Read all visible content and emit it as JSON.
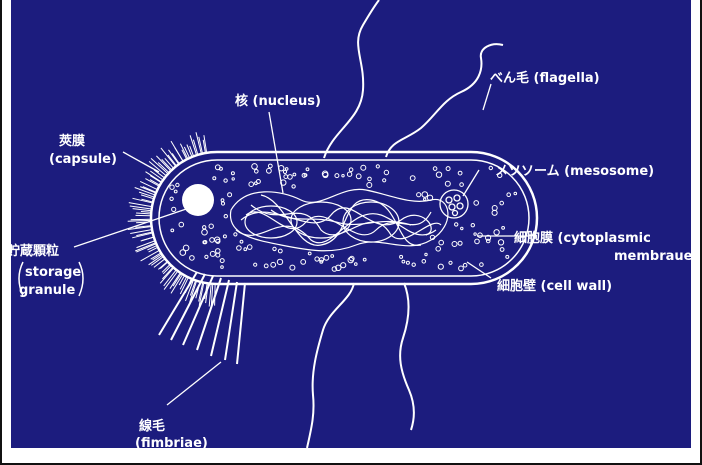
{
  "labels": {
    "nucleus": "核 (nucleus)",
    "flagella": "べん毛 (flagella)",
    "capsule_jp": "莢膜",
    "capsule_en": "(capsule)",
    "mesosome": "メソソーム (mesosome)",
    "cytoplasmic_jp": "細胞膜 (cytoplasmic",
    "cytoplasmic_en2": "membraue)",
    "storage_jp": "貯蔵顆粒",
    "storage_en1": "storage",
    "storage_en2": "granule",
    "cell_wall": "細胞壁 (cell wall)",
    "fimbriae_jp": "線毛",
    "fimbriae_en": "(fimbriae)"
  },
  "colors": {
    "background": "#1c1c7e",
    "lines": "#ffffff"
  }
}
